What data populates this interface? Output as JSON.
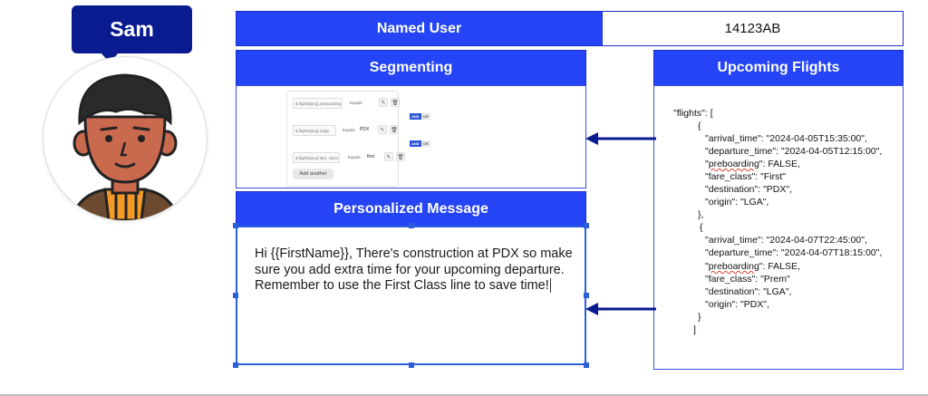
{
  "persona": {
    "name": "Sam"
  },
  "named_user": {
    "label": "Named User",
    "value": "14123AB"
  },
  "segmenting": {
    "title": "Segmenting",
    "rows": [
      {
        "field": "$.flights[any].preboarding",
        "operator": "Equals",
        "value": ""
      },
      {
        "field": "$.flights[any].origin",
        "operator": "Equals",
        "value": "PDX"
      },
      {
        "field": "$.flights[any].fare_class",
        "operator": "Equals",
        "value": "first"
      }
    ],
    "and_label": "AND",
    "or_label": "OR",
    "add_another": "Add another"
  },
  "personalized_message": {
    "title": "Personalized Message",
    "lines": [
      "Hi {{FirstName}}, There's construction at PDX so make",
      "sure you add extra time for your upcoming departure.",
      "Remember to use the First Class line to save time!"
    ]
  },
  "upcoming_flights": {
    "title": "Upcoming Flights",
    "json_lines": [
      "\"flights\": [",
      "{",
      "\"arrival_time\": \"2024-04-05T15:35:00\",",
      "\"departure_time\": \"2024-04-05T12:15:00\",",
      "\"preboarding\": FALSE,",
      "\"fare_class\": \"First\"",
      "\"destination\": \"PDX\",",
      "\"origin\": \"LGA\",",
      "},",
      "{",
      "\"arrival_time\": \"2024-04-07T22:45:00\",",
      "\"departure_time\": \"2024-04-07T18:15:00\",",
      "\"preboarding\": FALSE,",
      "\"fare_class\": \"Prem\"",
      "\"destination\": \"LGA\",",
      "\"origin\": \"PDX\",",
      "}",
      "]"
    ]
  },
  "colors": {
    "accent": "#2444f5",
    "badge": "#0a1a8f",
    "arrow": "#0a1a8f"
  }
}
